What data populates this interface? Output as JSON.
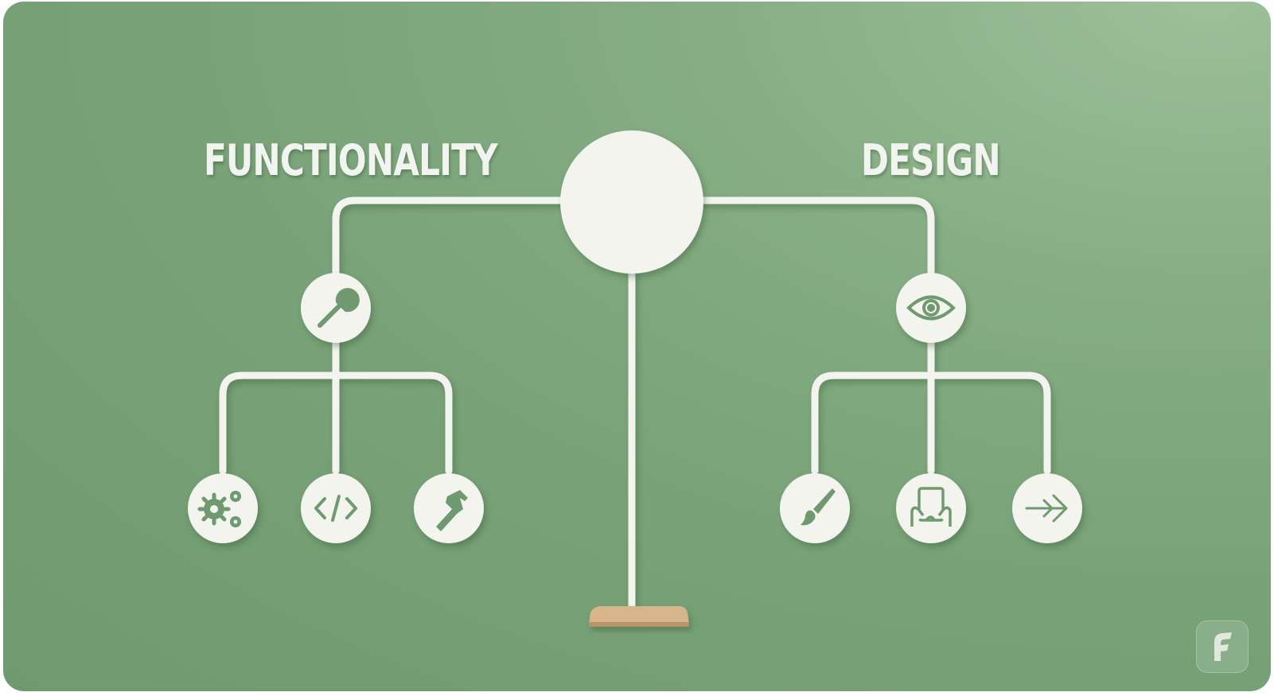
{
  "labels": {
    "left": "FUNCTIONALITY",
    "right": "DESIGN"
  },
  "colors": {
    "background": "#79a278",
    "line": "#f4f4ef",
    "stroke_icon": "#6f9a6f",
    "base": "#d8b88e"
  },
  "nodes": {
    "center": "blank-circle",
    "left_parent_icon": "wrench-icon",
    "left_children_icons": [
      "gears-icon",
      "code-icon",
      "hammer-icon"
    ],
    "right_parent_icon": "eye-icon",
    "right_children_icons": [
      "paintbrush-icon",
      "tablet-touch-icon",
      "arrow-right-icon"
    ]
  },
  "logo": "brand-logo-icon"
}
